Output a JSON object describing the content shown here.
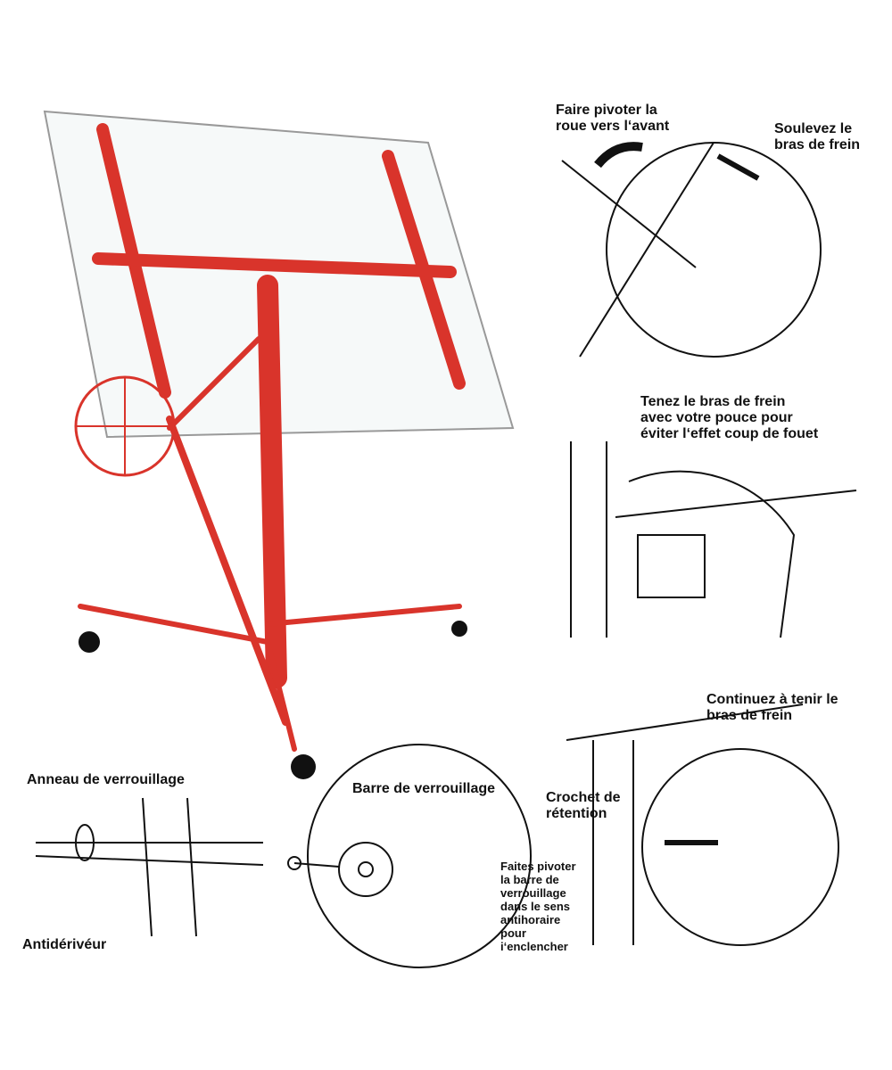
{
  "colors": {
    "lift_red": "#d9342b",
    "ink": "#111111",
    "panel_glass": "#e8eef0"
  },
  "labels": {
    "rotate_wheel": "Faire pivoter la\nroue vers l‘avant",
    "lift_brake": "Soulevez le\nbras de frein",
    "hold_brake": "Tenez le bras de frein\navec votre pouce pour\néviter l‘effet coup de fouet",
    "keep_holding": "Continuez à tenir le\nbras de frein",
    "retention_hook": "Crochet de\nrétention",
    "locking_ring": "Anneau de verrouillage",
    "anti_drift": "Antidérivéur",
    "locking_bar": "Barre de verrouillage",
    "rotate_bar": "Faites pivoter\nla barre de\nverrouillage\ndans le sens\nantihoraire\npour\ni‘enclencher"
  }
}
